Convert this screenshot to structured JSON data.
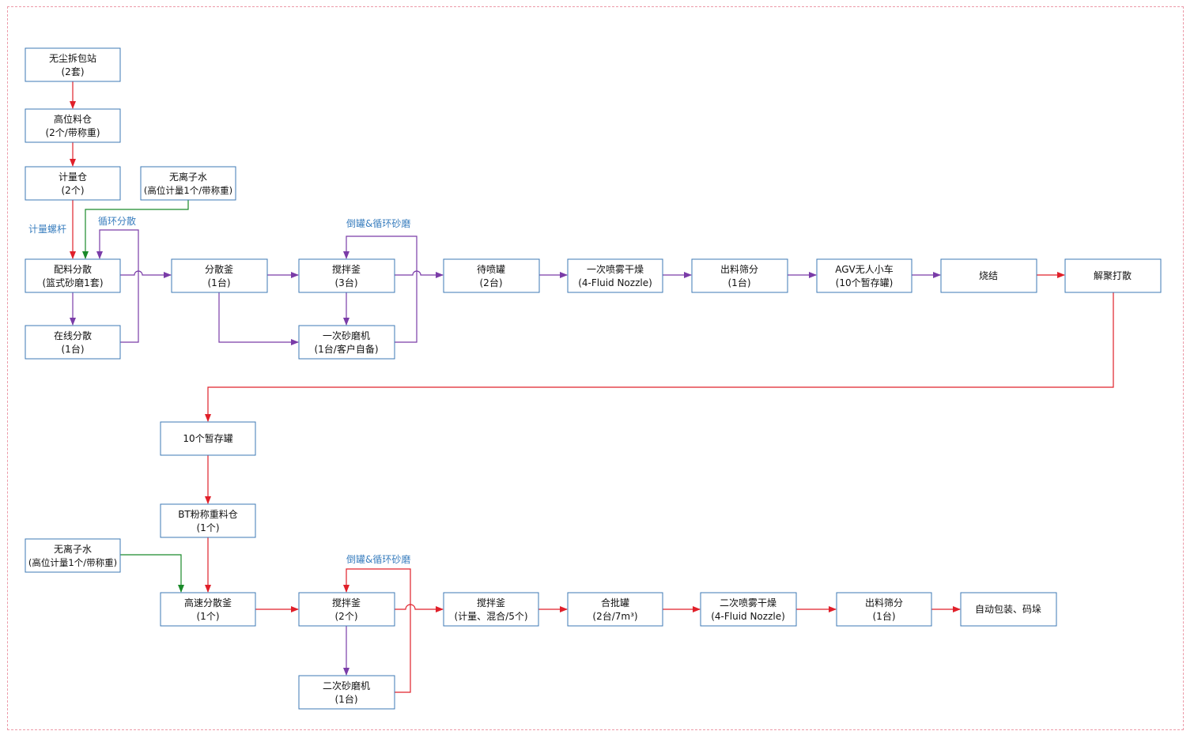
{
  "colors": {
    "red": "#e0202a",
    "purple": "#7a3ca8",
    "green": "#1a8a2a",
    "label": "#3b7fbf",
    "box_border": "#3c78b4",
    "frame": "#ec9aa8"
  },
  "nodes": {
    "n1": {
      "line1": "无尘拆包站",
      "line2": "(2套)"
    },
    "n2": {
      "line1": "高位料仓",
      "line2": "(2个/带称重)"
    },
    "n3": {
      "line1": "计量仓",
      "line2": "(2个)"
    },
    "n4": {
      "line1": "无离子水",
      "line2": "(高位计量1个/带称重)"
    },
    "n5": {
      "line1": "配料分散",
      "line2": "(篮式砂磨1套)"
    },
    "n6": {
      "line1": "在线分散",
      "line2": "(1台)"
    },
    "n7": {
      "line1": "分散釜",
      "line2": "(1台)"
    },
    "n8": {
      "line1": "搅拌釜",
      "line2": "(3台)"
    },
    "n9": {
      "line1": "一次砂磨机",
      "line2": "(1台/客户自备)"
    },
    "n10": {
      "line1": "待喷罐",
      "line2": "(2台)"
    },
    "n11": {
      "line1": "一次喷雾干燥",
      "line2": "(4-Fluid Nozzle)"
    },
    "n12": {
      "line1": "出料筛分",
      "line2": "(1台)"
    },
    "n13": {
      "line1": "AGV无人小车",
      "line2": "(10个暂存罐)"
    },
    "n14": {
      "line1": "烧结",
      "line2": ""
    },
    "n15": {
      "line1": "解聚打散",
      "line2": ""
    },
    "n16": {
      "line1": "10个暂存罐",
      "line2": ""
    },
    "n17": {
      "line1": "BT粉称重料仓",
      "line2": "(1个)"
    },
    "n18": {
      "line1": "无离子水",
      "line2": "(高位计量1个/带称重)"
    },
    "n19": {
      "line1": "高速分散釜",
      "line2": "(1个)"
    },
    "n20": {
      "line1": "搅拌釜",
      "line2": "(2个)"
    },
    "n21": {
      "line1": "二次砂磨机",
      "line2": "(1台)"
    },
    "n22": {
      "line1": "搅拌釜",
      "line2": "(计量、混合/5个)"
    },
    "n23": {
      "line1": "合批罐",
      "line2": "(2台/7m³)"
    },
    "n24": {
      "line1": "二次喷雾干燥",
      "line2": "(4-Fluid Nozzle)"
    },
    "n25": {
      "line1": "出料筛分",
      "line2": "(1台)"
    },
    "n26": {
      "line1": "自动包装、码垛",
      "line2": ""
    }
  },
  "labels": {
    "metering_screw": "计量螺杆",
    "circulation_dispersion": "循环分散",
    "tank_circulation_grinding_1": "倒罐&循环砂磨",
    "tank_circulation_grinding_2": "倒罐&循环砂磨"
  }
}
